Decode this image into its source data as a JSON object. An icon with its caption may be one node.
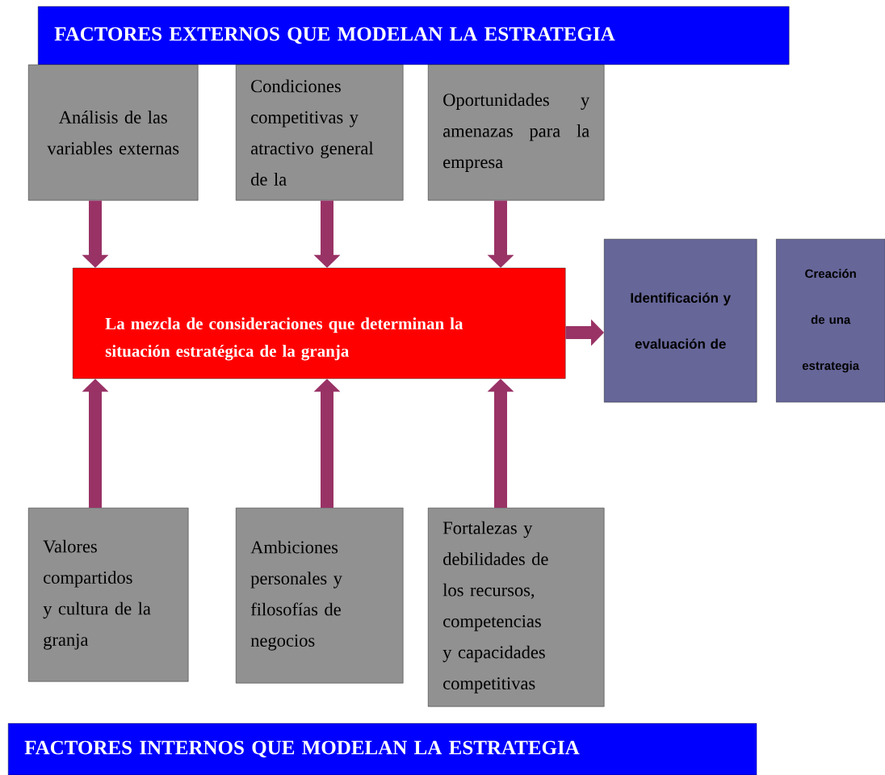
{
  "diagram": {
    "nodes": [
      {
        "text": [
          "FACTORES EXTERNOS QUE MODELAN LA ESTRATEGIA"
        ]
      },
      {
        "text": [
          "Análisis de las variables externas"
        ]
      },
      {
        "text": [
          "Condiciones competitivas y atractivo general de la"
        ]
      },
      {
        "text": [
          "Oportunidades y amenazas para la empresa"
        ]
      },
      {
        "text": [
          "La mezcla de consideraciones que determinan la situación estratégica de la granja"
        ]
      },
      {
        "text": [
          "Identificación y evaluación de"
        ]
      },
      {
        "text": [
          "Creación de una estrategia"
        ]
      },
      {
        "text": [
          "Valores compartidos y cultura de la granja"
        ]
      },
      {
        "text": [
          "Ambiciones personales y filosofías de negocios"
        ]
      },
      {
        "text": [
          "Fortalezas y debilidades de los recursos, competencias y capacidades competitivas"
        ]
      },
      {
        "text": [
          "FACTORES INTERNOS QUE MODELAN LA ESTRATEGIA"
        ]
      }
    ],
    "edges": [
      {
        "from": 1,
        "to": 4,
        "arrow": "to"
      },
      {
        "from": 2,
        "to": 4,
        "arrow": "to"
      },
      {
        "from": 3,
        "to": 4,
        "arrow": "to"
      },
      {
        "from": 7,
        "to": 4,
        "arrow": "to"
      },
      {
        "from": 8,
        "to": 4,
        "arrow": "to"
      },
      {
        "from": 9,
        "to": 4,
        "arrow": "to"
      },
      {
        "from": 4,
        "to": 5,
        "arrow": "to"
      }
    ]
  }
}
